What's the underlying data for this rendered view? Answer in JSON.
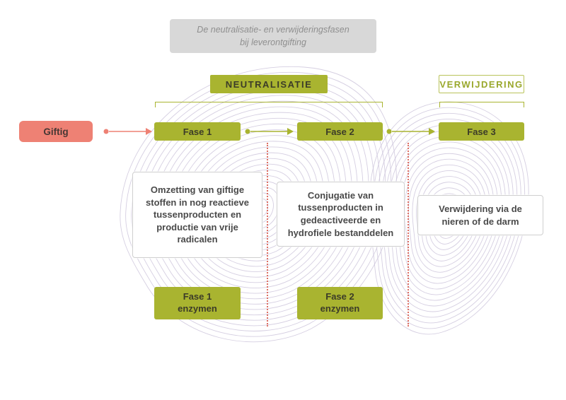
{
  "title": {
    "line1": "De neutralisatie- en verwijderingsfasen",
    "line2": "bij leverontgifting"
  },
  "section_headers": {
    "neutralisatie": "NEUTRALISATIE",
    "verwijdering": "VERWIJDERING"
  },
  "source_box": {
    "label": "Giftig"
  },
  "phases": [
    {
      "label": "Fase 1",
      "description": "Omzetting van giftige stoffen in nog reactieve tussenproducten en productie van vrije radicalen",
      "enzyme_line1": "Fase 1",
      "enzyme_line2": "enzymen"
    },
    {
      "label": "Fase 2",
      "description": "Conjugatie van tussenproducten in gedeactiveerde en hydrofiele bestanddelen",
      "enzyme_line1": "Fase 2",
      "enzyme_line2": "enzymen"
    },
    {
      "label": "Fase 3",
      "description": "Verwijdering via de nieren of de darm"
    }
  ],
  "colors": {
    "olive": "#a9b430",
    "olive_text_dark": "#3c3c28",
    "verwijdering_text": "#9aa82c",
    "salmon": "#ee8174",
    "title_box_bg": "#d8d8d8",
    "title_text": "#8f8f8f",
    "description_text": "#4a4a4a",
    "dotted_separator": "#dd6f64",
    "liver_contour": "#cbc3da"
  }
}
